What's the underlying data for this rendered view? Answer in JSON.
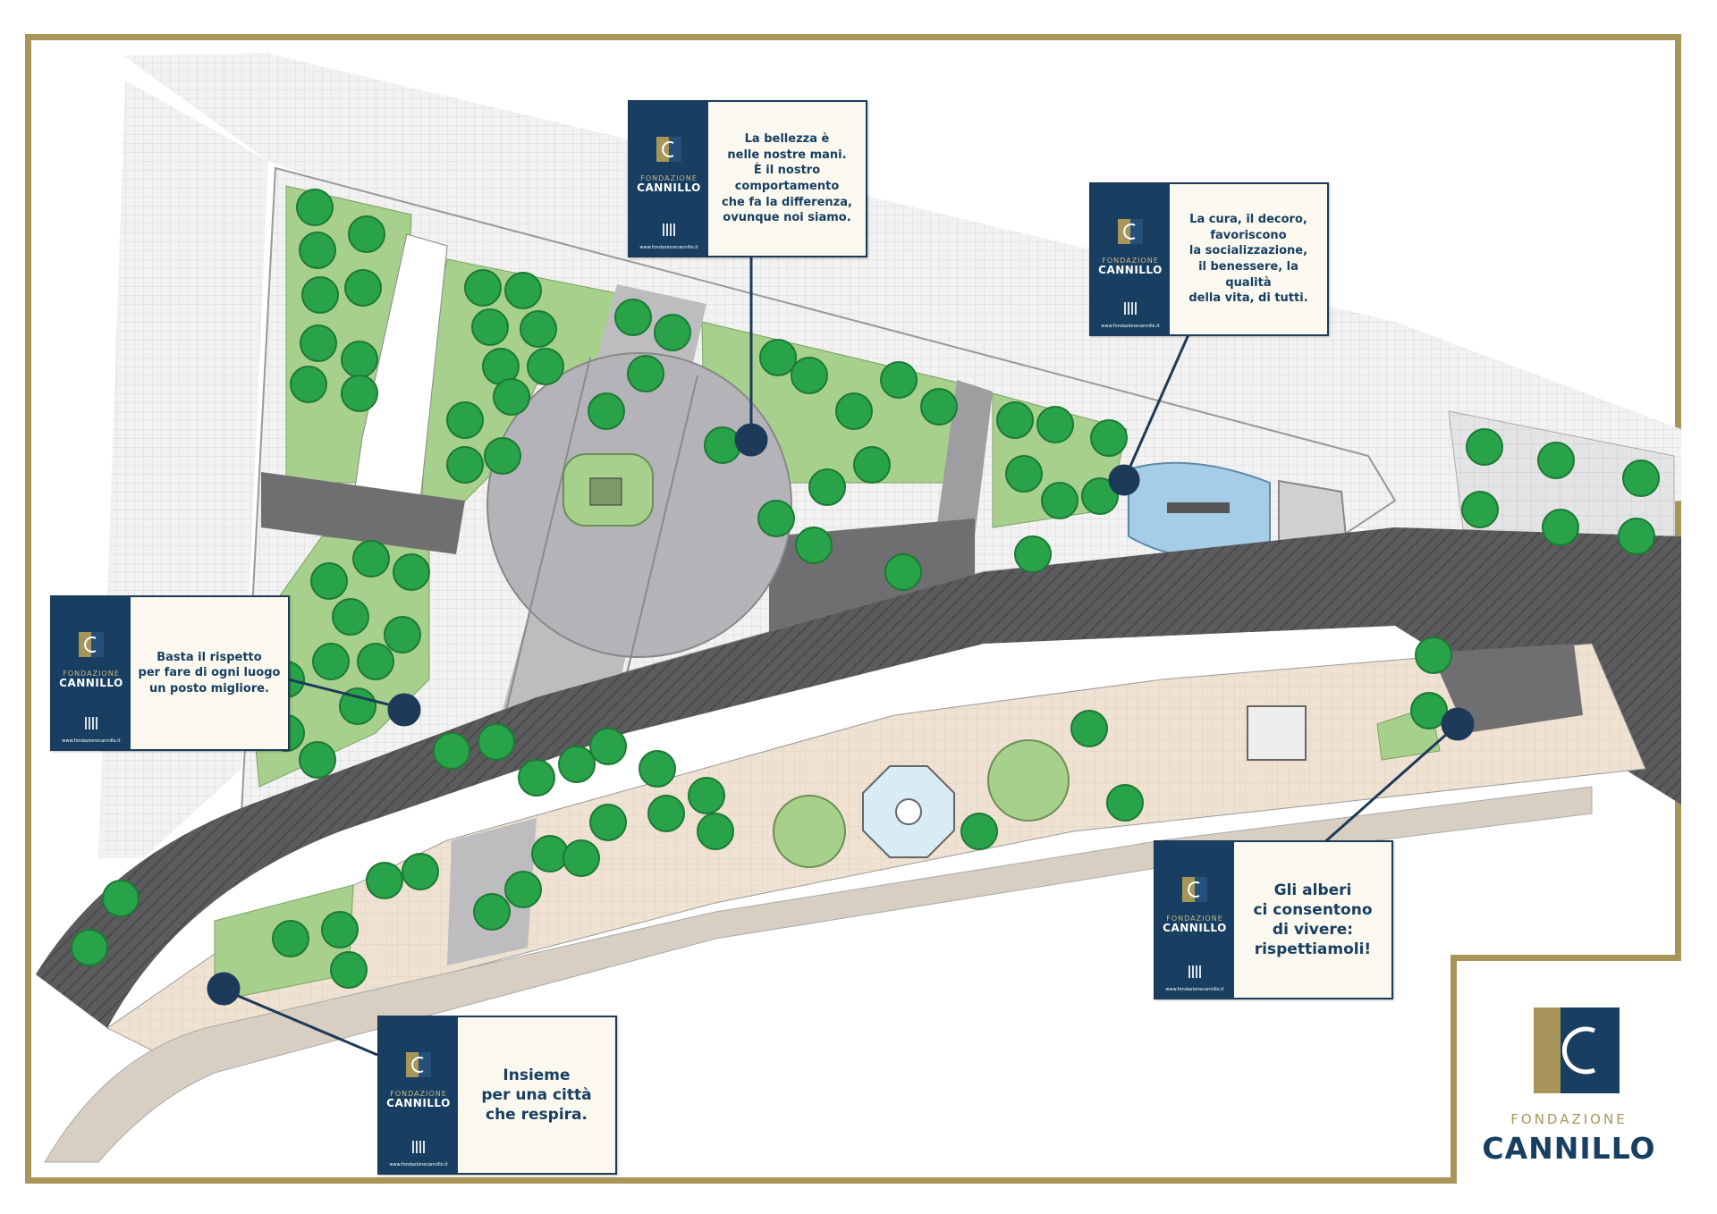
{
  "brand": {
    "name_line1": "FONDAZIONE",
    "name_line2": "CANNILLO",
    "url": "www.fondazionecannillo.it",
    "colors": {
      "navy": "#183e61",
      "gold": "#a8955a",
      "cream": "#fbf9ef"
    }
  },
  "signs": [
    {
      "id": "top-center",
      "message": "La bellezza è\nnelle nostre mani.\nÈ il nostro\ncomportamento\nche fa la differenza,\novunque noi siamo."
    },
    {
      "id": "top-right",
      "message": "La cura, il decoro,\nfavoriscono\nla socializzazione,\nil benessere, la qualità\ndella vita, di tutti."
    },
    {
      "id": "left",
      "message": "Basta il rispetto\nper fare di ogni luogo\nun posto migliore."
    },
    {
      "id": "bottom-right",
      "message": "Gli alberi\nci consentono\ndi vivere:\nrispettiamoli!"
    },
    {
      "id": "bottom-center",
      "message": "Insieme\nper una città\nche respira."
    }
  ],
  "logo": {
    "line1": "FONDAZIONE",
    "line2": "CANNILLO"
  }
}
